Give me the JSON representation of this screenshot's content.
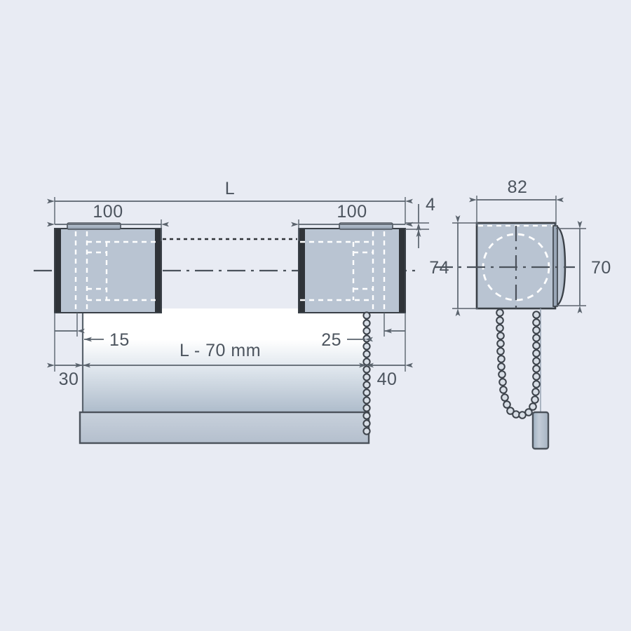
{
  "drawing": {
    "title": "Roller blind technical dimension drawing",
    "background_color": "#e8ebf3",
    "line_color": "#5a636d",
    "dark_edge_color": "#2f3338",
    "bracket_fill": "#b9c4d2",
    "fabric_top_color": "#ffffff",
    "fabric_bottom_color": "#aebccb",
    "bottom_bar_color": "#bcc6d3",
    "chain_color": "#3d434b"
  },
  "front_view": {
    "name": "front-view",
    "dimensions": {
      "overall_length_label": "L",
      "left_bracket_width": "100",
      "right_bracket_width": "100",
      "top_strip_thickness": "4",
      "left_offset": "15",
      "right_offset": "25",
      "left_edge_to_fabric": "30",
      "right_edge_to_chain": "40",
      "fabric_width_label": "L - 70 mm"
    }
  },
  "side_view": {
    "name": "side-view",
    "dimensions": {
      "width": "82",
      "body_height": "74",
      "cap_height": "70"
    },
    "features": {
      "hidden_tube": "dashed-circle",
      "chain_loop": "bead-chain-loop",
      "chain_weight": "cord-weight"
    }
  }
}
